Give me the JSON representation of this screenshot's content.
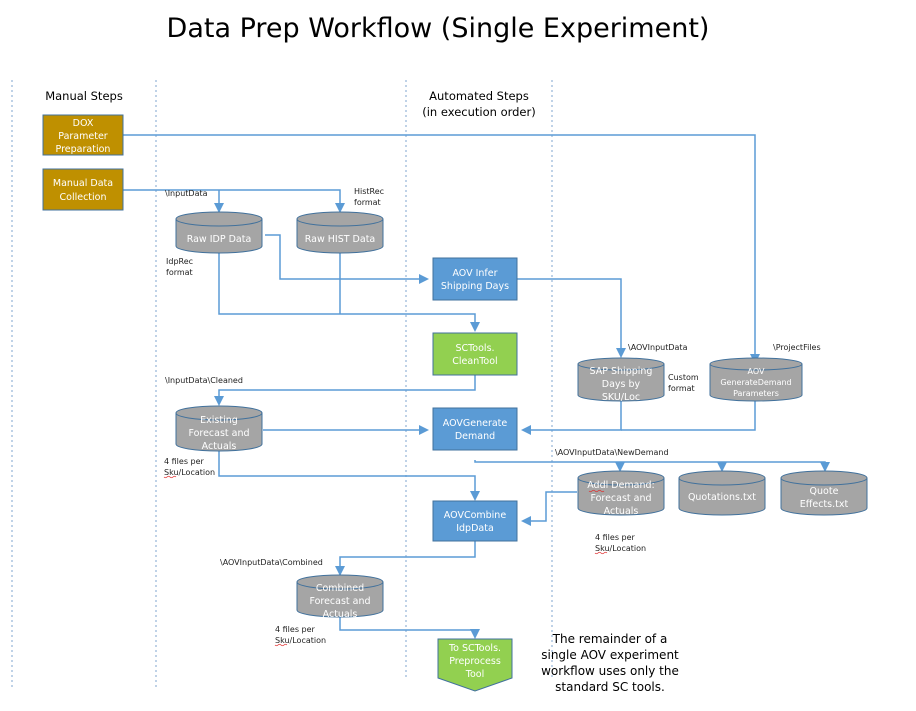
{
  "title": "Data Prep Workflow (Single Experiment)",
  "lanes": {
    "manual": "Manual Steps",
    "automated_line1": "Automated Steps",
    "automated_line2": "(in execution order)"
  },
  "colors": {
    "manual_step": "#bf9000",
    "automated_step": "#5b9bd5",
    "sc_tool": "#92d050",
    "data_store": "#a5a5a5",
    "connector": "#5b9bd5"
  },
  "manual_steps": [
    {
      "id": "dox",
      "lines": [
        "DOX",
        "Parameter",
        "Preparation"
      ]
    },
    {
      "id": "manual-data",
      "lines": [
        "Manual Data",
        "Collection"
      ]
    }
  ],
  "data_stores": [
    {
      "id": "raw-idp",
      "lines": [
        "Raw IDP Data"
      ]
    },
    {
      "id": "raw-hist",
      "lines": [
        "Raw HIST Data"
      ]
    },
    {
      "id": "sap-shipping",
      "lines": [
        "SAP Shipping",
        "Days by",
        "SKU/Loc"
      ]
    },
    {
      "id": "aov-params",
      "lines": [
        "AOV",
        "GenerateDemand",
        "Parameters"
      ]
    },
    {
      "id": "existing-forecast",
      "lines": [
        "Existing",
        "Forecast and",
        "Actuals"
      ]
    },
    {
      "id": "addl-demand",
      "lines": [
        "Addl Demand:",
        "Forecast and",
        "Actuals"
      ]
    },
    {
      "id": "quotations",
      "lines": [
        "Quotations.txt"
      ]
    },
    {
      "id": "quote-effects",
      "lines": [
        "Quote",
        "Effects.txt"
      ]
    },
    {
      "id": "combined-forecast",
      "lines": [
        "Combined",
        "Forecast and",
        "Actuals"
      ]
    }
  ],
  "automated_steps": [
    {
      "id": "aov-infer",
      "lines": [
        "AOV Infer",
        "Shipping Days"
      ]
    },
    {
      "id": "sctools-clean",
      "lines": [
        "SCTools.",
        "CleanTool"
      ]
    },
    {
      "id": "aov-generate",
      "lines": [
        "AOVGenerate",
        "Demand"
      ]
    },
    {
      "id": "aov-combine",
      "lines": [
        "AOVCombine",
        "IdpData"
      ]
    },
    {
      "id": "sctools-preprocess",
      "lines": [
        "To SCTools.",
        "Preprocess",
        "Tool"
      ]
    }
  ],
  "labels": {
    "input_data": "\\InputData",
    "histrec_1": "HistRec",
    "histrec_2": "format",
    "idprec_1": "IdpRec",
    "idprec_2": "format",
    "aov_input_data": "\\AOVInputData",
    "project_files": "\\ProjectFiles",
    "custom_1": "Custom",
    "custom_2": "format",
    "input_cleaned": "\\InputData\\Cleaned",
    "files_per_1": "4 files per",
    "files_per_2": "Sku/Location",
    "new_demand": "\\AOVInputData\\NewDemand",
    "combined": "\\AOVInputData\\Combined"
  },
  "note": [
    "The remainder of a",
    "single AOV experiment",
    "workflow uses only the",
    "standard SC tools."
  ]
}
